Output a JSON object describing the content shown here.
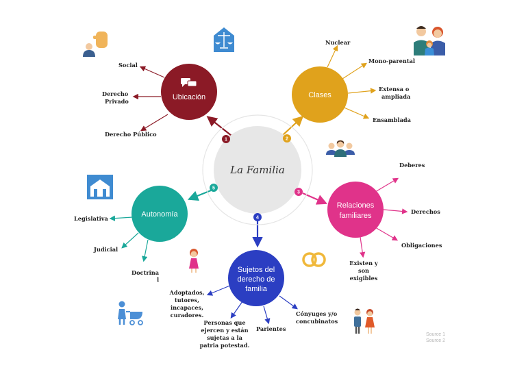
{
  "center": {
    "title": "La Familia"
  },
  "nodes": {
    "ubicacion": {
      "title": "Ubicación",
      "number": "1",
      "color": "#8b1a26",
      "items": [
        "Social",
        "Derecho",
        "Privado",
        "Derecho Público"
      ]
    },
    "clases": {
      "title": "Clases",
      "number": "2",
      "color": "#e0a21c",
      "items": [
        "Nuclear",
        "Mono-parental",
        "Extensa o",
        "ampliada",
        "Ensamblada"
      ]
    },
    "relaciones": {
      "title_line1": "Relaciones",
      "title_line2": "familiares",
      "number": "3",
      "color": "#e0338a",
      "items": [
        "Deberes",
        "Derechos",
        "Obligaciones",
        "Existen y",
        "son",
        "exigibles"
      ]
    },
    "sujetos": {
      "title_line1": "Sujetos del",
      "title_line2": "derecho de",
      "title_line3": "familia",
      "number": "4",
      "color": "#2b3ec2",
      "items": [
        "Adoptados,",
        "tutores,",
        "incapaces,",
        "curadores.",
        "Personas que",
        "ejercen y están",
        "sujetas a la",
        "patria potestad.",
        "Parientes",
        "Cónyuges y/o",
        "concubinatos"
      ]
    },
    "autonomia": {
      "title": "Autonomía",
      "number": "5",
      "color": "#1aa89a",
      "items": [
        "Legislativa",
        "Judicial",
        "Doctrina",
        "l"
      ]
    }
  },
  "sources": [
    "Source 1",
    "Source 2"
  ],
  "icons": [
    "hand-user-icon",
    "scales-icon",
    "family-photo-icon",
    "group-icon",
    "house-icon",
    "girl-icon",
    "rings-icon",
    "mother-stroller-icon",
    "couple-icon"
  ]
}
